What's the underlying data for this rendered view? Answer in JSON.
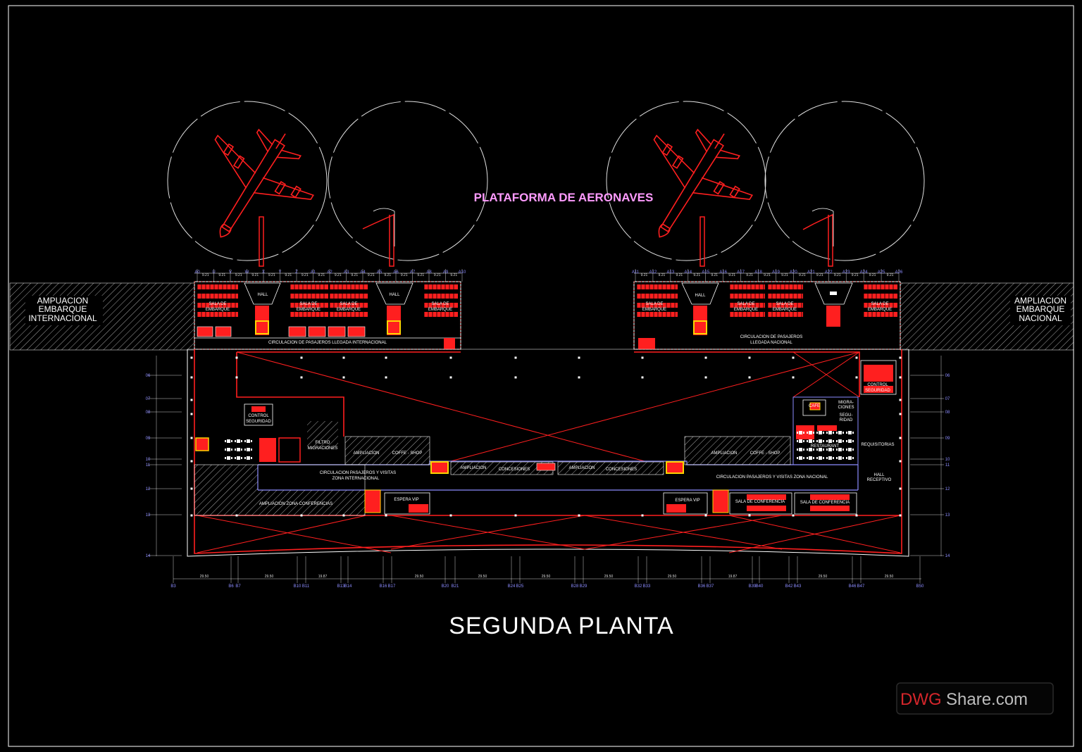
{
  "title": "SEGUNDA PLANTA",
  "apron_label": "PLATAFORMA DE AERONAVES",
  "side_left": [
    "AMPUACION",
    "EMBARQUE",
    "INTERNACIONAL"
  ],
  "side_right": [
    "AMPLIACION",
    "EMBARQUE",
    "NACIONAL"
  ],
  "watermark": {
    "brand_red": "DWG",
    "brand_rest": "Share.com"
  },
  "colors": {
    "wall": "#ff1f1f",
    "line": "#ffffff",
    "grid_label": "#8c8cff",
    "apron_label": "#ff9bff",
    "fixture": "#ffd400"
  },
  "labels": {
    "hall": "HALL",
    "sala_de": "SALA DE",
    "embarque": "EMBARQUE",
    "circ_intl": "CIRCULACION   DE   PASAJEROS   LLEGADA   INTERNACIONAL",
    "circ_nac_1": "CIRCULACION   DE   PASAJEROS",
    "circ_nac_2": "LLEGADA   NACIONAL",
    "control_1": "CONTROL",
    "seguridad": "SEGURIDAD",
    "filtro_1": "FILTRO",
    "filtro_2": "MIGRACIONES",
    "ampliacion": "AMPLIACION",
    "coffe_shop": "COFFE - SHOP",
    "concesiones": "CONCESIONES",
    "circ_visitas_intl_1": "CIRCULACION   PASAJEROS   Y   VISITAS",
    "circ_visitas_intl_2": "ZONA        INTERNACIONAL",
    "circ_visitas_nac": "CIRCULACION   PASAJEROS   Y   VISITAS   ZONA   NACIONAL",
    "ampl_zona_conf": "AMPLIACION        ZONA        CONFERENCIAS",
    "espera_vip": "ESPERA VIP",
    "sala_conferencia": "SALA DE CONFERENCIA",
    "migraciones_1": "MIGRA-",
    "migraciones_2": "CIONES",
    "seguridad_1": "SEGU-",
    "seguridad_2": "RIDAD",
    "restaurant": "RESTAURANT",
    "requisitorias": "REQUISITORIAS",
    "hall_receptivo_1": "HALL",
    "hall_receptivo_2": "RECEPTIVO",
    "cafe": "CAFE"
  },
  "grid_top_left": [
    "A0",
    "U",
    "V",
    "W",
    "X",
    "Y",
    "Z",
    "A1",
    "A2",
    "A3",
    "A4",
    "A5",
    "A6",
    "A7",
    "A8",
    "A9",
    "A10"
  ],
  "grid_top_right": [
    "A11",
    "A12",
    "A13",
    "A14",
    "A15",
    "A16",
    "A17",
    "A18",
    "A19",
    "A20",
    "A21",
    "A22",
    "A23",
    "A24",
    "A25",
    "A26"
  ],
  "grid_bottom": [
    "B3",
    "B6",
    "B7",
    "B10",
    "B11",
    "B13",
    "B14",
    "B16",
    "B17",
    "B20",
    "B21",
    "B24",
    "B25",
    "B28",
    "B29",
    "B32",
    "B33",
    "B36",
    "B37",
    "B39",
    "B40",
    "B42",
    "B43",
    "B46",
    "B47",
    "B50"
  ],
  "grid_side": [
    "06",
    "07",
    "08",
    "09",
    "10",
    "11",
    "12",
    "13",
    "14"
  ],
  "dims_top": "9.21",
  "dims_bottom": [
    "29.50",
    "29.50",
    "19.87",
    "29.50",
    "29.50",
    "29.50",
    "29.50",
    "29.50",
    "19.87",
    "29.50",
    "29.50"
  ]
}
